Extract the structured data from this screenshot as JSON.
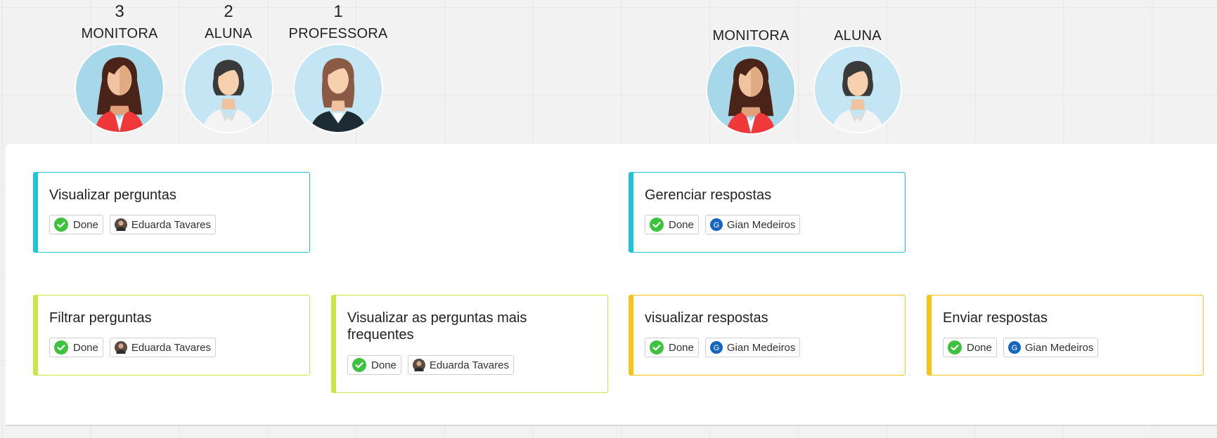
{
  "personas": [
    {
      "number": "3",
      "role": "MONITORA",
      "avatar": "woman-red-jacket-avatar-icon"
    },
    {
      "number": "2",
      "role": "ALUNA",
      "avatar": "woman-white-shirt-avatar-icon"
    },
    {
      "number": "1",
      "role": "PROFESSORA",
      "avatar": "woman-black-suit-avatar-icon"
    },
    {
      "number": "",
      "role": "MONITORA",
      "avatar": "woman-red-jacket-avatar-icon"
    },
    {
      "number": "",
      "role": "ALUNA",
      "avatar": "woman-white-shirt-avatar-icon"
    }
  ],
  "cards": [
    {
      "title": "Visualizar perguntas",
      "status": "Done",
      "assignee": "Eduarda Tavares",
      "accent": "#1ec5d6"
    },
    {
      "title": "Gerenciar respostas",
      "status": "Done",
      "assignee": "Gian Medeiros",
      "assignee_initial": "G",
      "accent": "#1ec5d6"
    },
    {
      "title": "Filtrar perguntas",
      "status": "Done",
      "assignee": "Eduarda Tavares",
      "accent": "#cde645"
    },
    {
      "title": "Visualizar as perguntas mais frequentes",
      "status": "Done",
      "assignee": "Eduarda Tavares",
      "accent": "#cde645"
    },
    {
      "title": "visualizar respostas",
      "status": "Done",
      "assignee": "Gian Medeiros",
      "assignee_initial": "G",
      "accent": "#f5c518"
    },
    {
      "title": "Enviar respostas",
      "status": "Done",
      "assignee": "Gian Medeiros",
      "assignee_initial": "G",
      "accent": "#f5c518"
    }
  ],
  "colors": {
    "done_green": "#3cc23c",
    "initial_badge_blue": "#1565c0"
  }
}
